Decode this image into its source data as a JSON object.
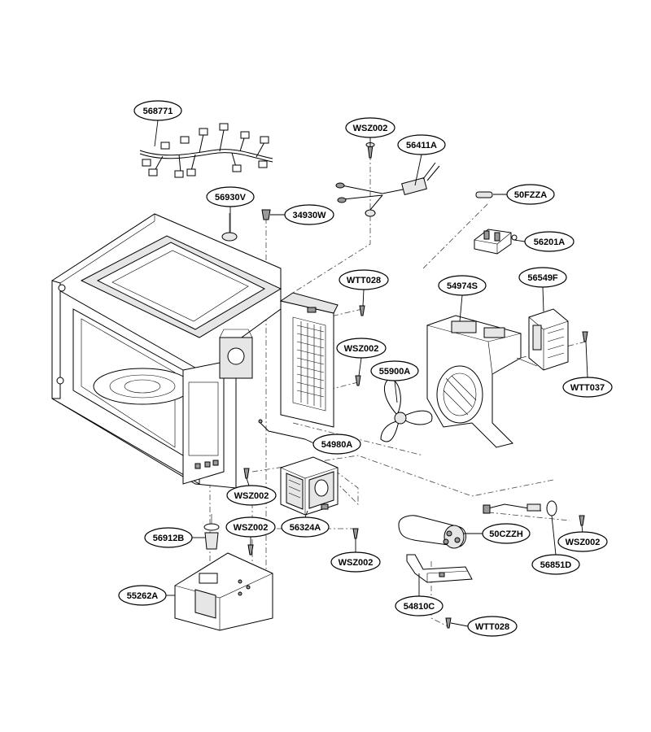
{
  "parts": [
    {
      "id": "p568771",
      "label": "568771"
    },
    {
      "id": "pWSZ002a",
      "label": "WSZ002"
    },
    {
      "id": "p56411A",
      "label": "56411A"
    },
    {
      "id": "p50FZZA",
      "label": "50FZZA"
    },
    {
      "id": "p56930V",
      "label": "56930V"
    },
    {
      "id": "p34930W",
      "label": "34930W"
    },
    {
      "id": "p56201A",
      "label": "56201A"
    },
    {
      "id": "pWTT028a",
      "label": "WTT028"
    },
    {
      "id": "p54974S",
      "label": "54974S"
    },
    {
      "id": "p56549F",
      "label": "56549F"
    },
    {
      "id": "pWSZ002b",
      "label": "WSZ002"
    },
    {
      "id": "p55900A",
      "label": "55900A"
    },
    {
      "id": "pWTT037",
      "label": "WTT037"
    },
    {
      "id": "p54980A",
      "label": "54980A"
    },
    {
      "id": "pWSZ002c",
      "label": "WSZ002"
    },
    {
      "id": "p56324A",
      "label": "56324A"
    },
    {
      "id": "p56912B",
      "label": "56912B"
    },
    {
      "id": "pWSZ002d",
      "label": "WSZ002"
    },
    {
      "id": "pWSZ002e",
      "label": "WSZ002"
    },
    {
      "id": "p50CZZH",
      "label": "50CZZH"
    },
    {
      "id": "pWSZ002f",
      "label": "WSZ002"
    },
    {
      "id": "p56851D",
      "label": "56851D"
    },
    {
      "id": "p55262A",
      "label": "55262A"
    },
    {
      "id": "p54810C",
      "label": "54810C"
    },
    {
      "id": "pWTT028b",
      "label": "WTT028"
    }
  ]
}
